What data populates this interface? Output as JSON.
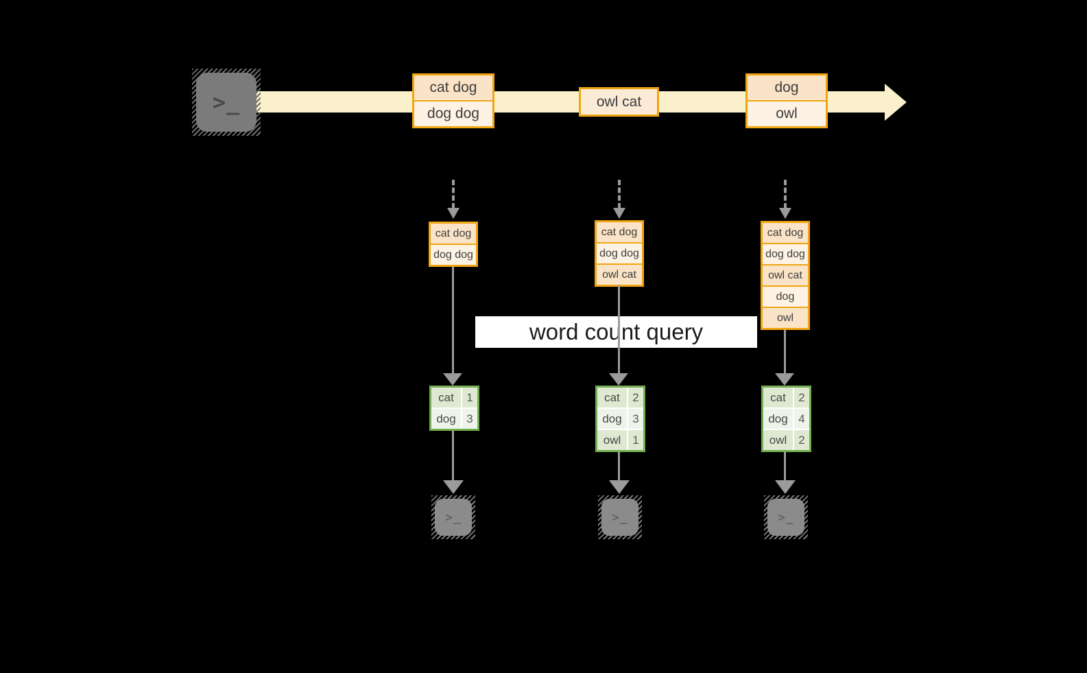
{
  "banner": {
    "label": "word count query"
  },
  "icons": {
    "terminal_prompt": ">_"
  },
  "stream": {
    "batches": [
      {
        "rows": [
          "cat dog",
          "dog dog"
        ]
      },
      {
        "rows": [
          "owl cat"
        ]
      },
      {
        "rows": [
          "dog",
          "owl"
        ]
      }
    ]
  },
  "columns": [
    {
      "buffer": [
        "cat dog",
        "dog dog"
      ],
      "counts": [
        {
          "word": "cat",
          "count": "1"
        },
        {
          "word": "dog",
          "count": "3"
        }
      ]
    },
    {
      "buffer": [
        "cat dog",
        "dog dog",
        "owl cat"
      ],
      "counts": [
        {
          "word": "cat",
          "count": "2"
        },
        {
          "word": "dog",
          "count": "3"
        },
        {
          "word": "owl",
          "count": "1"
        }
      ]
    },
    {
      "buffer": [
        "cat dog",
        "dog dog",
        "owl cat",
        "dog",
        "owl"
      ],
      "counts": [
        {
          "word": "cat",
          "count": "2"
        },
        {
          "word": "dog",
          "count": "4"
        },
        {
          "word": "owl",
          "count": "2"
        }
      ]
    }
  ],
  "colors": {
    "background": "#000000",
    "stream_band": "#FAF0CB",
    "box_border": "#F1A512",
    "box_fill_dark": "#FAE3C6",
    "box_fill_light": "#FDF2E3",
    "table_border": "#74AD52",
    "table_cell_dark": "#DFE9D2",
    "table_cell_light": "#EFF4EA",
    "arrow_gray": "#9B9B9B",
    "banner_bg": "#FFFFFF"
  }
}
